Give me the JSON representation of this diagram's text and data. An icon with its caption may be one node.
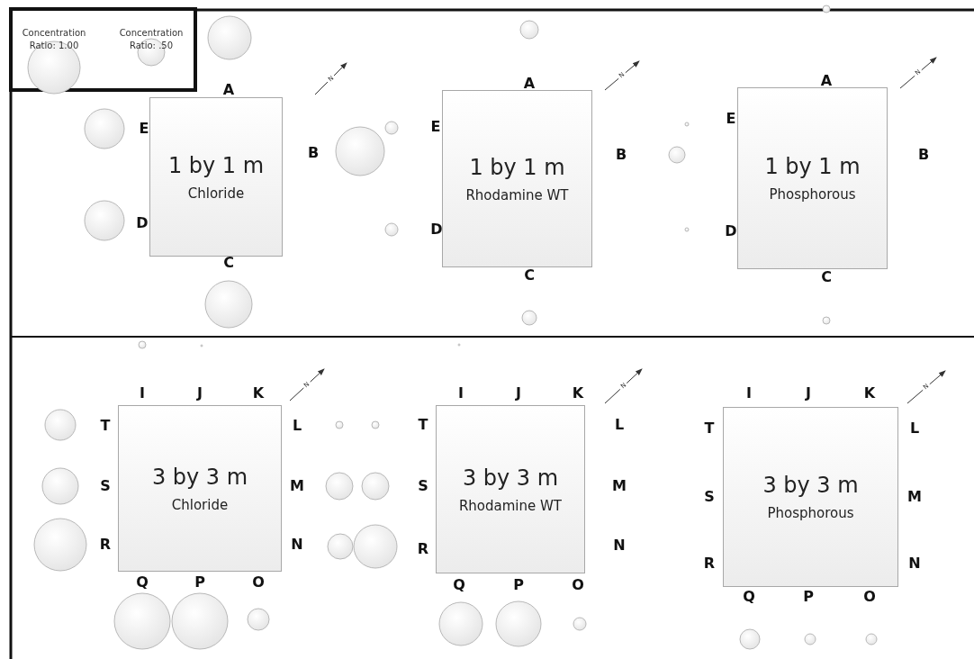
{
  "diagram": {
    "nodes": [
      {
        "text": [
          "1 by 1 m",
          "Chloride"
        ]
      },
      {
        "text": [
          "1 by 1 m",
          "Rhodamine WT"
        ]
      },
      {
        "text": [
          "1 by 1 m",
          "Phosphorous"
        ]
      },
      {
        "text": [
          "3 by 3 m",
          "Chloride"
        ]
      },
      {
        "text": [
          "3 by 3 m",
          "Rhodamine WT"
        ]
      },
      {
        "text": [
          "3 by 3 m",
          "Phosphorous"
        ]
      }
    ],
    "edges": [],
    "labels": [
      "N",
      "A",
      "E",
      "B",
      "D",
      "C",
      "N",
      "A",
      "E",
      "B",
      "D",
      "C",
      "N",
      "A",
      "E",
      "B",
      "D",
      "C",
      "N",
      "I",
      "J",
      "K",
      "T",
      "L",
      "S",
      "M",
      "R",
      "N",
      "Q",
      "P",
      "O",
      "N",
      "I",
      "J",
      "K",
      "T",
      "L",
      "S",
      "M",
      "R",
      "N",
      "Q",
      "P",
      "O",
      "N",
      "I",
      "J",
      "K",
      "T",
      "L",
      "S",
      "M",
      "R",
      "N",
      "Q",
      "P",
      "O"
    ],
    "legend": [
      {
        "text": "Concentration Ratio: 1.00"
      },
      {
        "text": "Concentration Ratio: .50"
      }
    ]
  }
}
